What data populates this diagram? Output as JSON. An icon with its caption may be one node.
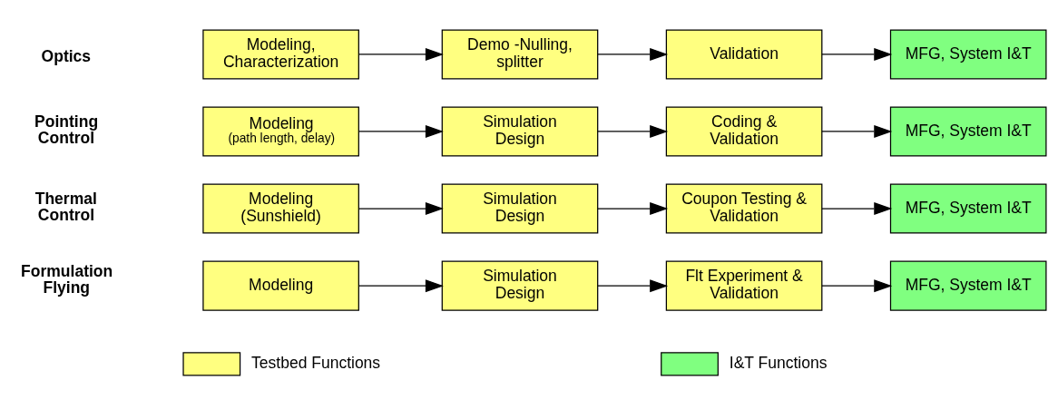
{
  "diagram": {
    "nodes": [
      {
        "text": [
          "Modeling, Characterization"
        ]
      },
      {
        "text": [
          "Demo -Nulling, splitter"
        ]
      },
      {
        "text": [
          "Validation"
        ]
      },
      {
        "text": [
          "MFG, System I&T"
        ]
      },
      {
        "text": [
          "Modeling",
          "(path length, delay)"
        ]
      },
      {
        "text": [
          "Simulation Design"
        ]
      },
      {
        "text": [
          "Coding & Validation"
        ]
      },
      {
        "text": [
          "MFG, System I&T"
        ]
      },
      {
        "text": [
          "Modeling (Sunshield)"
        ]
      },
      {
        "text": [
          "Simulation Design"
        ]
      },
      {
        "text": [
          "Coupon Testing & Validation"
        ]
      },
      {
        "text": [
          "MFG, System I&T"
        ]
      },
      {
        "text": [
          "Modeling"
        ]
      },
      {
        "text": [
          "Simulation Design"
        ]
      },
      {
        "text": [
          "Flt Experiment & Validation"
        ]
      },
      {
        "text": [
          "MFG, System I&T"
        ]
      }
    ],
    "edges": [
      {
        "from": 0,
        "to": 1,
        "arrow": "to"
      },
      {
        "from": 1,
        "to": 2,
        "arrow": "to"
      },
      {
        "from": 2,
        "to": 3,
        "arrow": "to"
      },
      {
        "from": 4,
        "to": 5,
        "arrow": "to"
      },
      {
        "from": 5,
        "to": 6,
        "arrow": "to"
      },
      {
        "from": 6,
        "to": 7,
        "arrow": "to"
      },
      {
        "from": 8,
        "to": 9,
        "arrow": "to"
      },
      {
        "from": 9,
        "to": 10,
        "arrow": "to"
      },
      {
        "from": 10,
        "to": 11,
        "arrow": "to"
      },
      {
        "from": 12,
        "to": 13,
        "arrow": "to"
      },
      {
        "from": 13,
        "to": 14,
        "arrow": "to"
      },
      {
        "from": 14,
        "to": 15,
        "arrow": "to"
      }
    ],
    "labels": [
      "Optics",
      "Pointing Control",
      "Thermal Control",
      "Formulation Flying"
    ],
    "legend": [
      {
        "text": "Testbed Functions",
        "color": "#ffff80"
      },
      {
        "text": "I&T Functions",
        "color": "#80ff80"
      }
    ]
  }
}
